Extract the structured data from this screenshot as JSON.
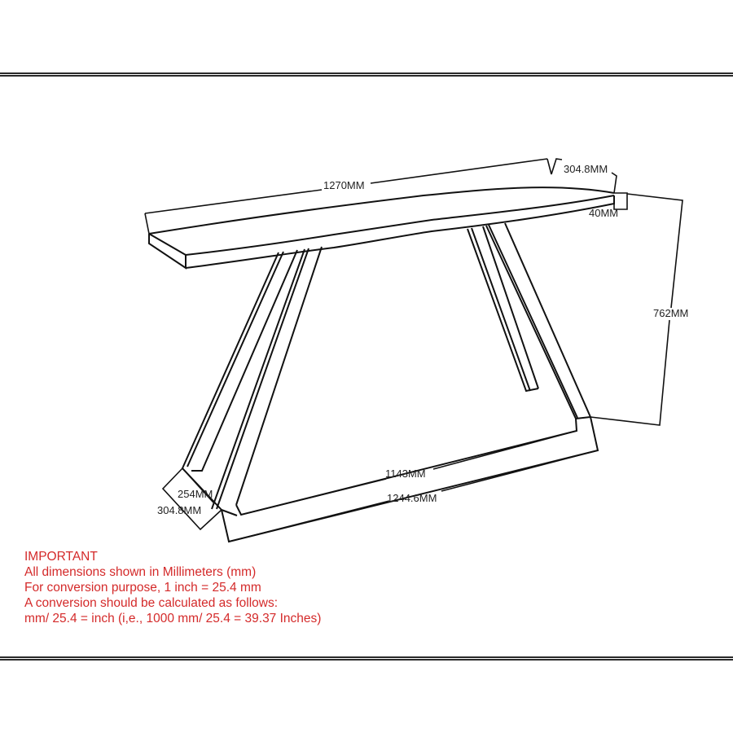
{
  "drawing": {
    "dimensions": {
      "top_length": "1270MM",
      "top_depth": "304.8MM",
      "top_thickness": "40MM",
      "height": "762MM",
      "base_inner_length": "1143MM",
      "base_outer_length": "1244.6MM",
      "leg_inner_depth": "254MM",
      "leg_outer_depth": "304.8MM"
    },
    "colors": {
      "line": "#111111",
      "note_text": "#d42a2a",
      "background": "#ffffff"
    }
  },
  "notes": {
    "title": "IMPORTANT",
    "lines": [
      "All dimensions shown in Millimeters (mm)",
      "For conversion purpose, 1 inch = 25.4 mm",
      "A conversion should be calculated as follows:",
      "mm/ 25.4 = inch (i,e., 1000 mm/ 25.4 = 39.37 Inches)"
    ]
  }
}
